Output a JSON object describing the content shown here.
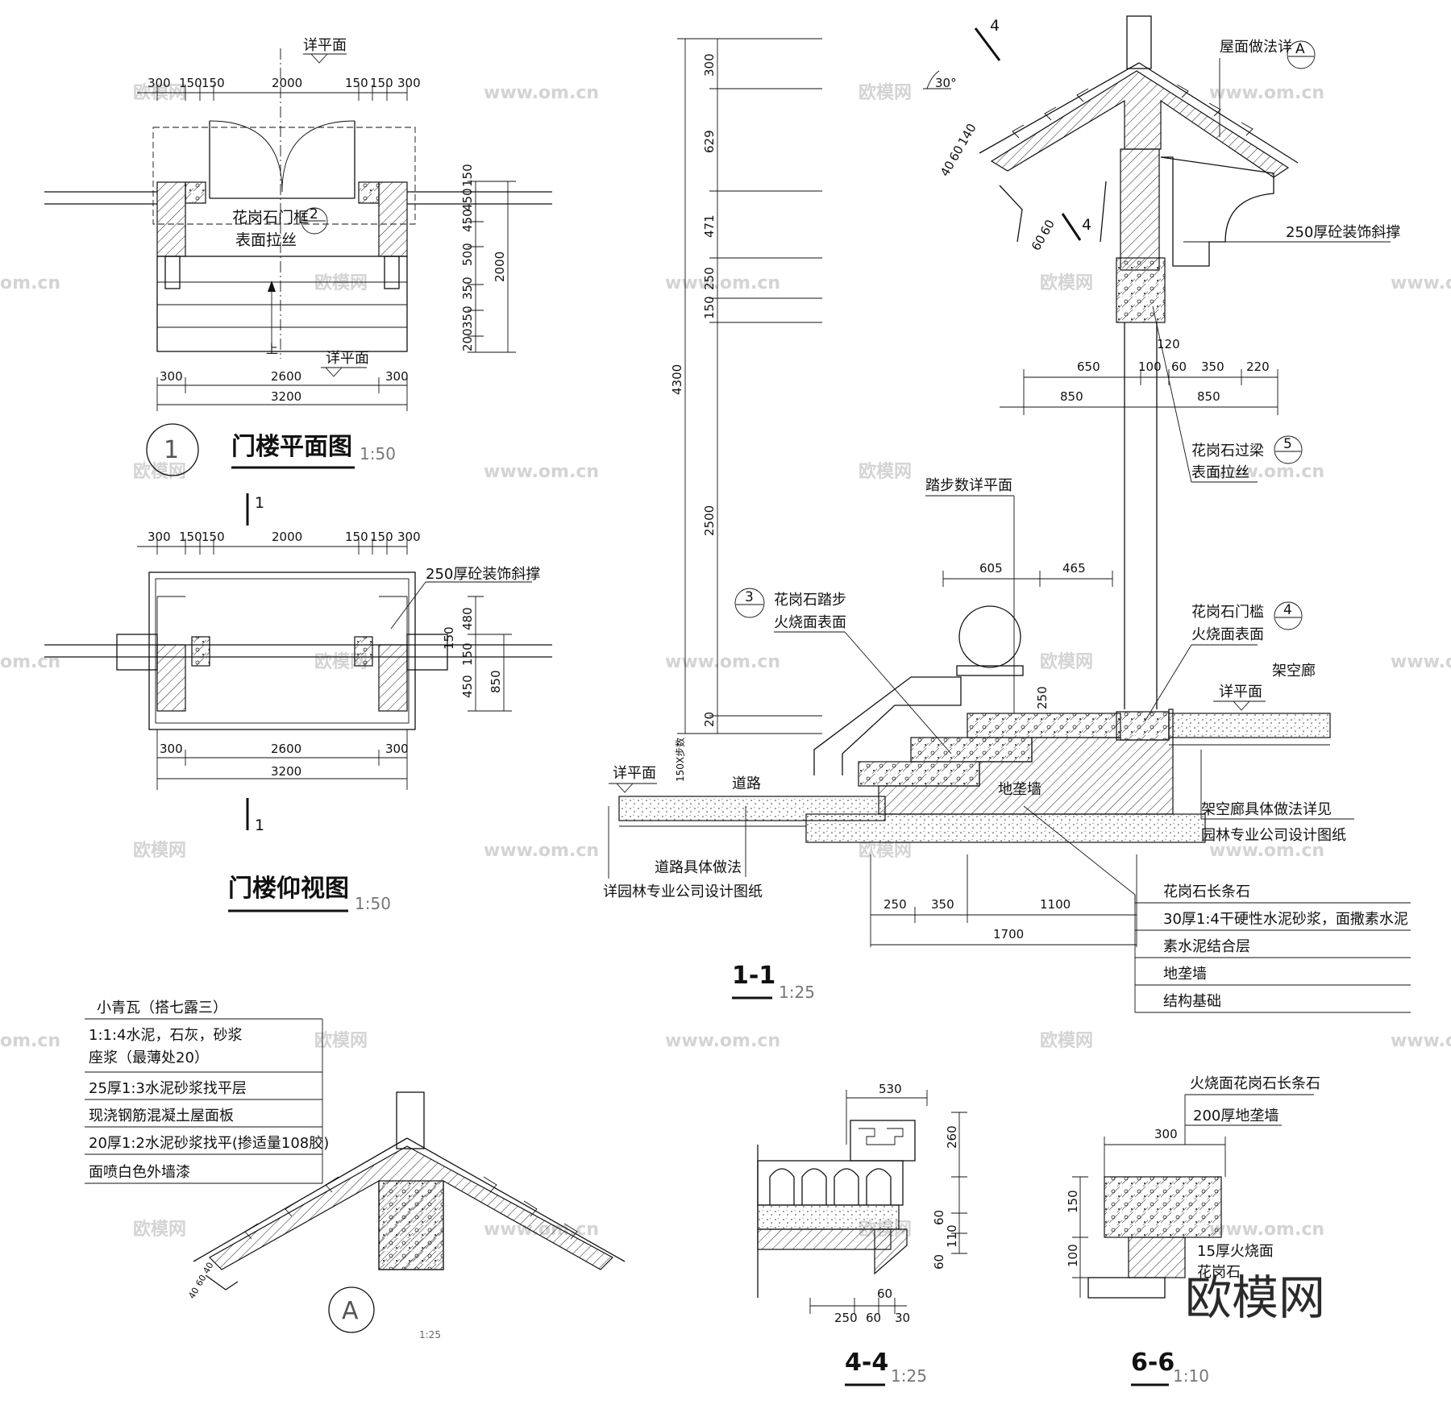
{
  "plan": {
    "title": "门楼平面图",
    "num": "1",
    "scale": "1:50",
    "top_dims": [
      "300",
      "150",
      "150",
      "2000",
      "150",
      "150",
      "300"
    ],
    "ref_top": "详平面",
    "ref_bottom": "详平面",
    "frame_label_1": "花岗石门框",
    "frame_label_2": "表面拉丝",
    "frame_tag": "2",
    "right_dims": [
      "150",
      "450",
      "450",
      "500",
      "350",
      "350",
      "200"
    ],
    "right_total": "2000",
    "bottom_dims": [
      "300",
      "2600",
      "300"
    ],
    "bottom_total": "3200",
    "arrow_label": "上",
    "section_mark": "1"
  },
  "soffit": {
    "title": "门楼仰视图",
    "scale": "1:50",
    "top_dims": [
      "300",
      "150",
      "150",
      "2000",
      "150",
      "150",
      "300"
    ],
    "brace_label": "250厚砼装饰斜撑",
    "right_dims": [
      "480",
      "150",
      "150",
      "450"
    ],
    "right_total": "850",
    "bottom_dims": [
      "300",
      "2600",
      "300"
    ],
    "bottom_total": "3200",
    "section_mark": "1"
  },
  "section": {
    "title": "1-1",
    "scale": "1:25",
    "left_dims": [
      "300",
      "629",
      "471",
      "250",
      "150",
      "2500",
      "20"
    ],
    "left_total": "4300",
    "step_note": "150X步数",
    "cut_mark": "4",
    "roof_note": "屋面做法详",
    "roof_tag": "A",
    "brace_label": "250厚砼装饰斜撑",
    "eave_dims": [
      "40",
      "60",
      "140",
      "60",
      "60"
    ],
    "roof_angle": "30°",
    "mid_dims": [
      "650",
      "100",
      "60",
      "350",
      "220"
    ],
    "mid_totals": [
      "850",
      "850"
    ],
    "dim_120": "120",
    "beam_label_1": "花岗石过梁",
    "beam_label_2": "表面拉丝",
    "beam_tag": "5",
    "step_ref": "踏步数详平面",
    "step_dims": [
      "605",
      "465"
    ],
    "step_label_1": "花岗石踏步",
    "step_label_2": "火烧面表面",
    "step_tag": "3",
    "sill_label_1": "花岗石门槛",
    "sill_label_2": "火烧面表面",
    "sill_tag": "4",
    "corridor": "架空廊",
    "ref_right": "详平面",
    "ref_left": "详平面",
    "road": "道路",
    "dim_250": "250",
    "wall_label": "地垄墙",
    "corridor_note_1": "架空廊具体做法详见",
    "corridor_note_2": "园林专业公司设计图纸",
    "road_note_1": "道路具体做法",
    "road_note_2": "详园林专业公司设计图纸",
    "bottom_dims": [
      "250",
      "350",
      "1100"
    ],
    "bottom_total": "1700",
    "layers": [
      "花岗石长条石",
      "30厚1:4干硬性水泥砂浆，面撒素水泥",
      "素水泥结合层",
      "地垄墙",
      "结构基础"
    ]
  },
  "detail_a": {
    "tag": "A",
    "scale": "1:25",
    "layers": [
      "小青瓦（搭七露三）",
      "1:1:4水泥，石灰，砂浆",
      "座浆（最薄处20）",
      "25厚1:3水泥砂浆找平层",
      "现浇钢筋混凝土屋面板",
      "20厚1:2水泥砂浆找平(掺适量108胶)",
      "面喷白色外墙漆"
    ],
    "eave_dims": [
      "40",
      "60",
      "40"
    ]
  },
  "detail_44": {
    "title": "4-4",
    "scale": "1:25",
    "top_dim": "530",
    "right_dims": [
      "260",
      "60",
      "110",
      "60"
    ],
    "bottom_dims": [
      "250",
      "60",
      "30"
    ],
    "dim_60": "60"
  },
  "detail_66": {
    "title": "6-6",
    "scale": "1:10",
    "label_1": "火烧面花岗石长条石",
    "label_2": "200厚地垄墙",
    "top_dim": "300",
    "left_dims": [
      "150",
      "100"
    ],
    "note_1": "15厚火烧面",
    "note_2": "花岗石"
  },
  "watermark": {
    "text_1": "欧模网",
    "text_2": "www.om.cn",
    "text_3": "om.cn",
    "big": "欧模网"
  }
}
